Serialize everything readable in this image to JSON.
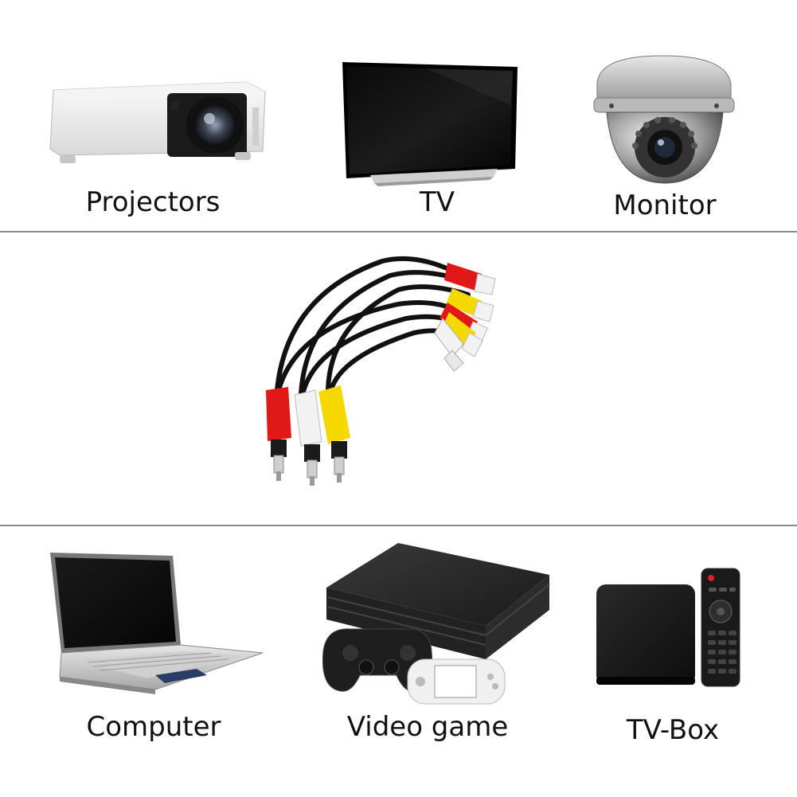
{
  "top_row": {
    "projector_label": "Projectors",
    "tv_label": "TV",
    "monitor_label": "Monitor"
  },
  "bottom_row": {
    "computer_label": "Computer",
    "videogame_label": "Video game",
    "tvbox_label": "TV-Box"
  },
  "colors": {
    "divider": "#8a8a8a",
    "cable_red": "#e01818",
    "cable_white": "#f2f2f2",
    "cable_yellow": "#f5d800"
  }
}
